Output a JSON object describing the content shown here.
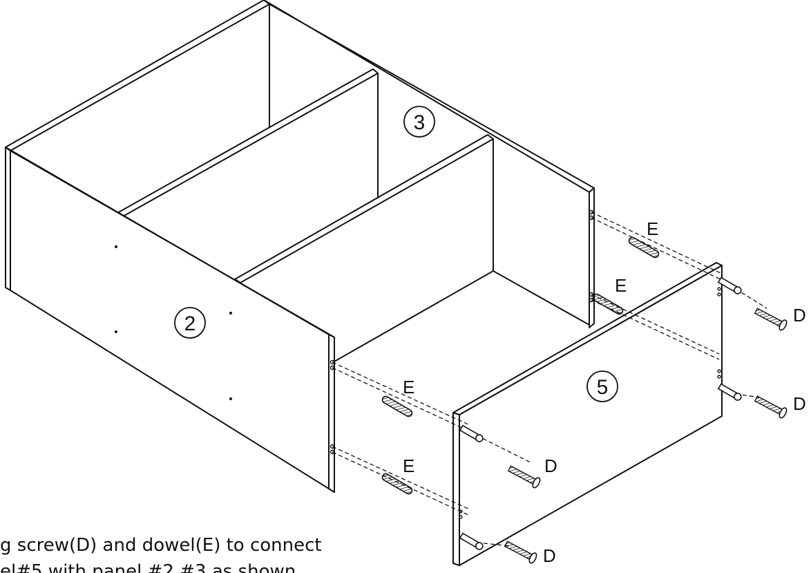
{
  "panels": {
    "p2": "2",
    "p3": "3",
    "p5": "5"
  },
  "part_labels": {
    "screw": "D",
    "dowel": "E"
  },
  "instruction": {
    "line1": "g screw(D) and dowel(E) to connect",
    "line2": "el#5 with panel #2 #3 as shown"
  },
  "colors": {
    "ink": "#111111",
    "panel_fill": "#ffffff"
  }
}
